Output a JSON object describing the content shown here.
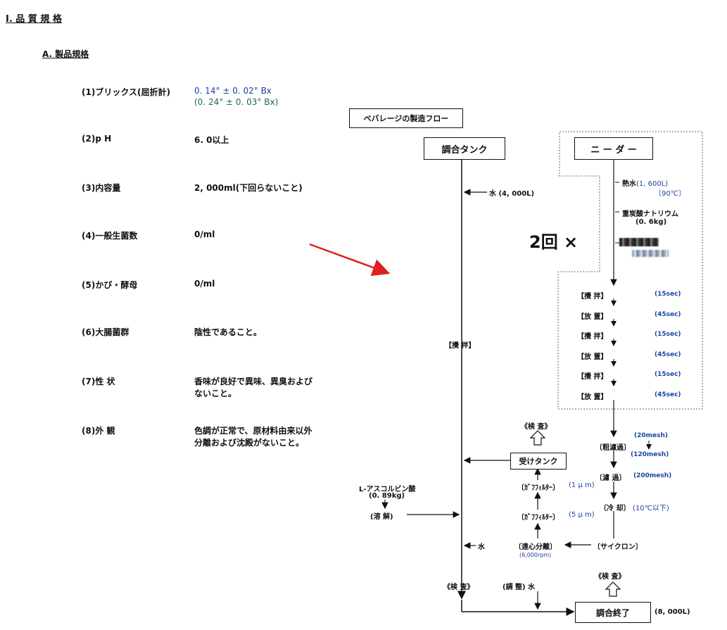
{
  "heading": "Ⅰ. 品 質 規 格",
  "subheading": "A. 製品規格",
  "specs": [
    {
      "label": "(1)ブリックス(屈折計)",
      "value": "0. 14° ± 0. 02° Bx",
      "value2": "(0. 24° ± 0. 03° Bx)"
    },
    {
      "label": "(2)p H",
      "value": "6. 0以上"
    },
    {
      "label": "(3)内容量",
      "value": "2, 000ml(下回らないこと)"
    },
    {
      "label": "(4)一般生菌数",
      "value": "0/ml"
    },
    {
      "label": "(5)かび・酵母",
      "value": "0/ml"
    },
    {
      "label": "(6)大腸菌群",
      "value": "陰性であること。"
    },
    {
      "label": "(7)性 状",
      "value": "香味が良好で異味、異臭および",
      "value2": "ないこと。"
    },
    {
      "label": "(8)外 観",
      "value": "色調が正常で、原材料由来以外",
      "value2": "分離および沈殿がないこと。"
    }
  ],
  "flow": {
    "title": "ベバレージの製造フロー",
    "tank": "調合タンク",
    "water1": "水 (4, 000L)",
    "stir_main": "【攪 拌】",
    "ascorbic": "L-アスコルビン酸",
    "ascorbic_amt": "(0. 89kg)",
    "dissolve": "(溶 解)",
    "water2": "水",
    "inspect_bottom": "《検 査》",
    "adjust": "(調 整) 水",
    "final_box": "調合終了",
    "final_amt": "(8, 000L)",
    "inspect_right": "《検 査》",
    "receiving": "受けタンク",
    "inspect_recv": "《検 査》",
    "cartridge1": "〔ｶﾞﾌﾌｨﾙﾀｰ〕",
    "cartridge1_size": "(1 μ m)",
    "cartridge2": "〔ｶﾞﾌﾌｨﾙﾀｰ〕",
    "cartridge2_size": "(5 μ m)",
    "centrifuge": "〔遠心分離〕",
    "centrifuge_rpm": "(6,000rpm)",
    "cyclone": "〔サイクロン〕",
    "kneader": "ニ ー ダ ー",
    "hot_water": "熱水",
    "hot_water_amt": "(1, 600L)",
    "hot_water_temp": "〔90℃〕",
    "bicarb": "重炭酸ナトリウム",
    "bicarb_amt": "(0. 6kg)",
    "repeat": "2回 ×",
    "cycle": [
      {
        "step": "【攪 拌】",
        "time": "(15sec)"
      },
      {
        "step": "【放 置】",
        "time": "(45sec)"
      },
      {
        "step": "【攪 拌】",
        "time": "(15sec)"
      },
      {
        "step": "【放 置】",
        "time": "(45sec)"
      },
      {
        "step": "【攪 拌】",
        "time": "(15sec)"
      },
      {
        "step": "【放 置】",
        "time": "(45sec)"
      }
    ],
    "coarse": "〔粗濾過〕",
    "mesh20": "(20mesh)",
    "mesh120": "(120mesh)",
    "filter": "〔濾 過〕",
    "mesh200": "(200mesh)",
    "cool": "〔冷 却〕",
    "cool_temp": "(10℃以下)"
  },
  "colors": {
    "arrow_red": "#e02020",
    "accent_blue": "#1a44a0",
    "accent_green": "#1e6b4a"
  }
}
